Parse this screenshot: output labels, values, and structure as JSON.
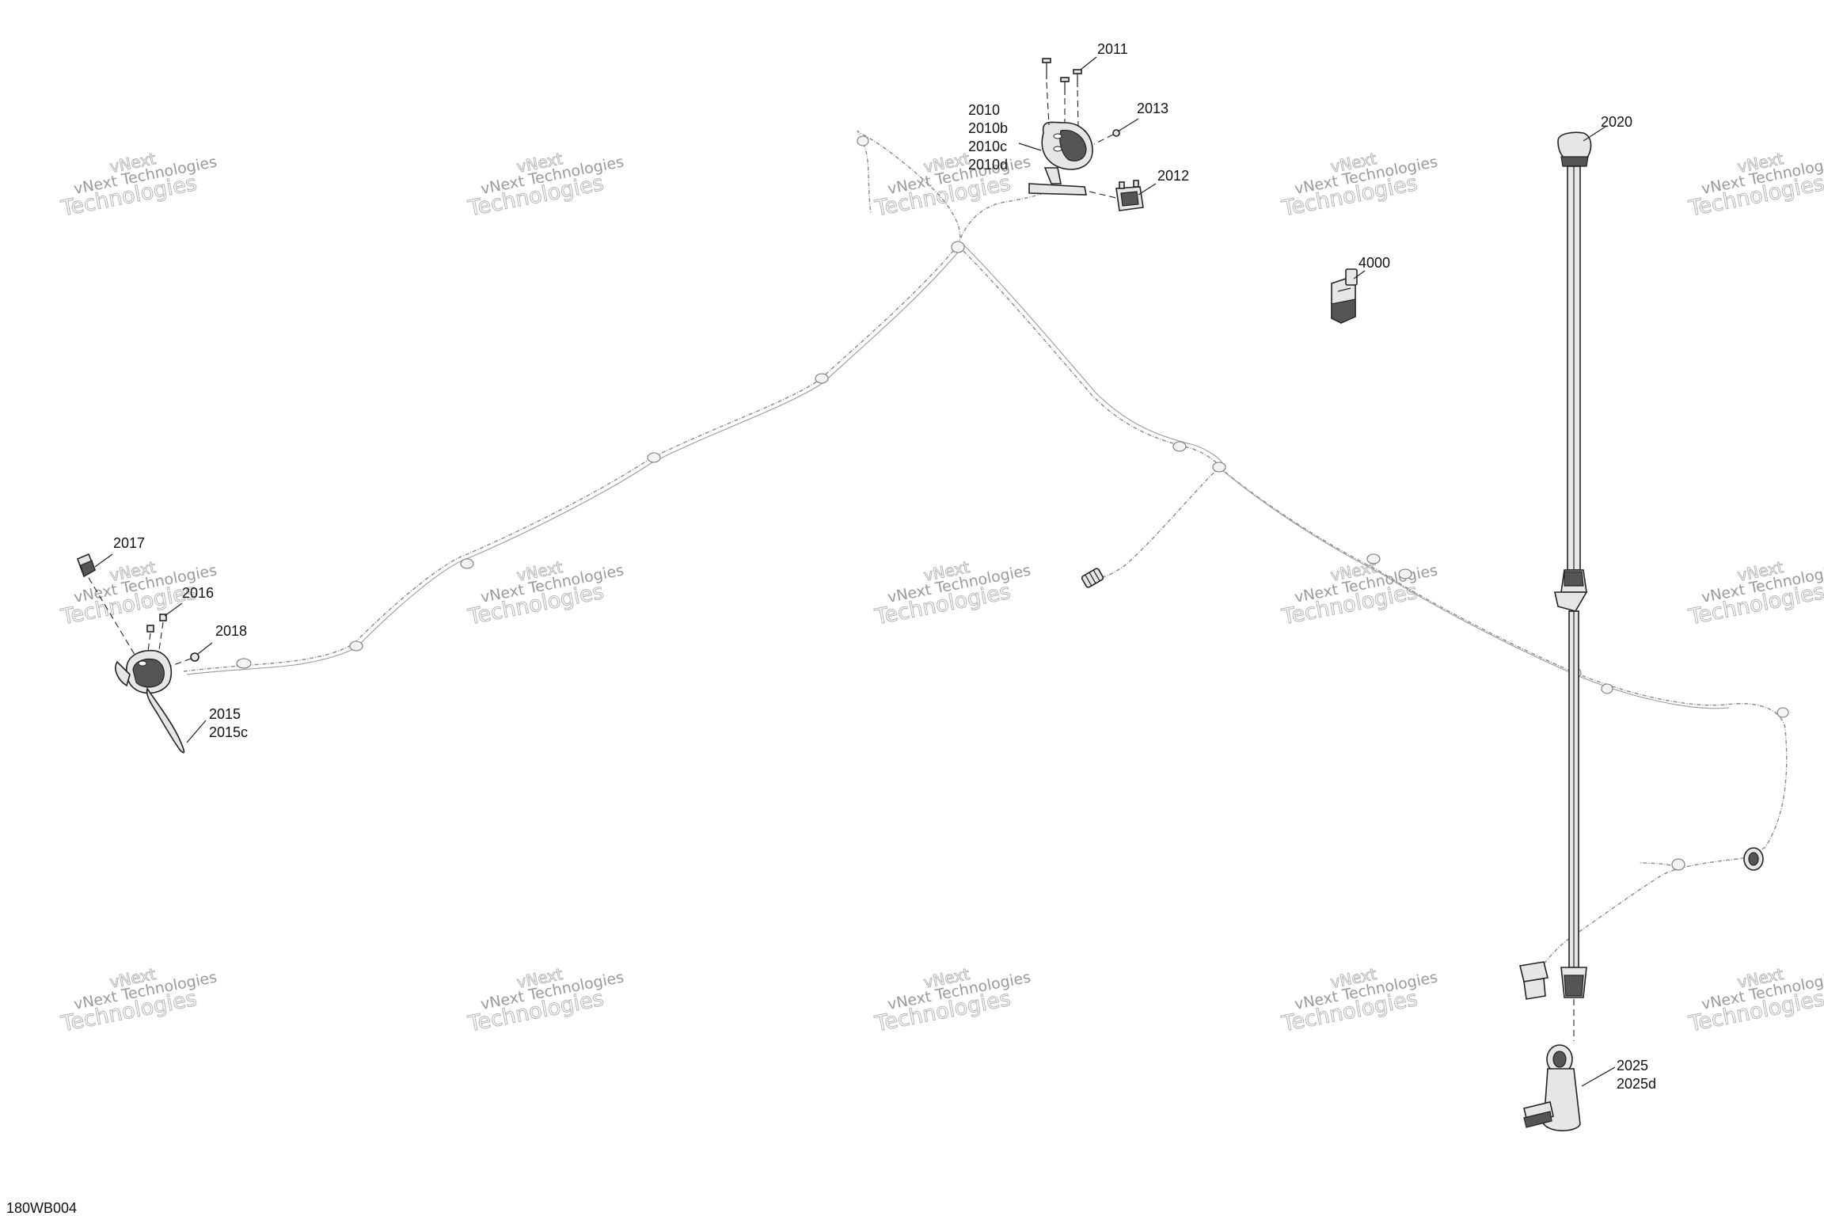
{
  "diagram": {
    "reference_code": "180WB004",
    "callouts": {
      "c2010": [
        "2010",
        "2010b",
        "2010c",
        "2010d"
      ],
      "c2011": "2011",
      "c2012": "2012",
      "c2013": "2013",
      "c2020": "2020",
      "c4000": "4000",
      "c2017": "2017",
      "c2016": "2016",
      "c2018": "2018",
      "c2015": [
        "2015",
        "2015c"
      ],
      "c2025": [
        "2025",
        "2025d"
      ]
    },
    "watermark": {
      "line_small": "vNext Technologies",
      "line_brand": "vNext",
      "line_large": "Technologies"
    }
  }
}
